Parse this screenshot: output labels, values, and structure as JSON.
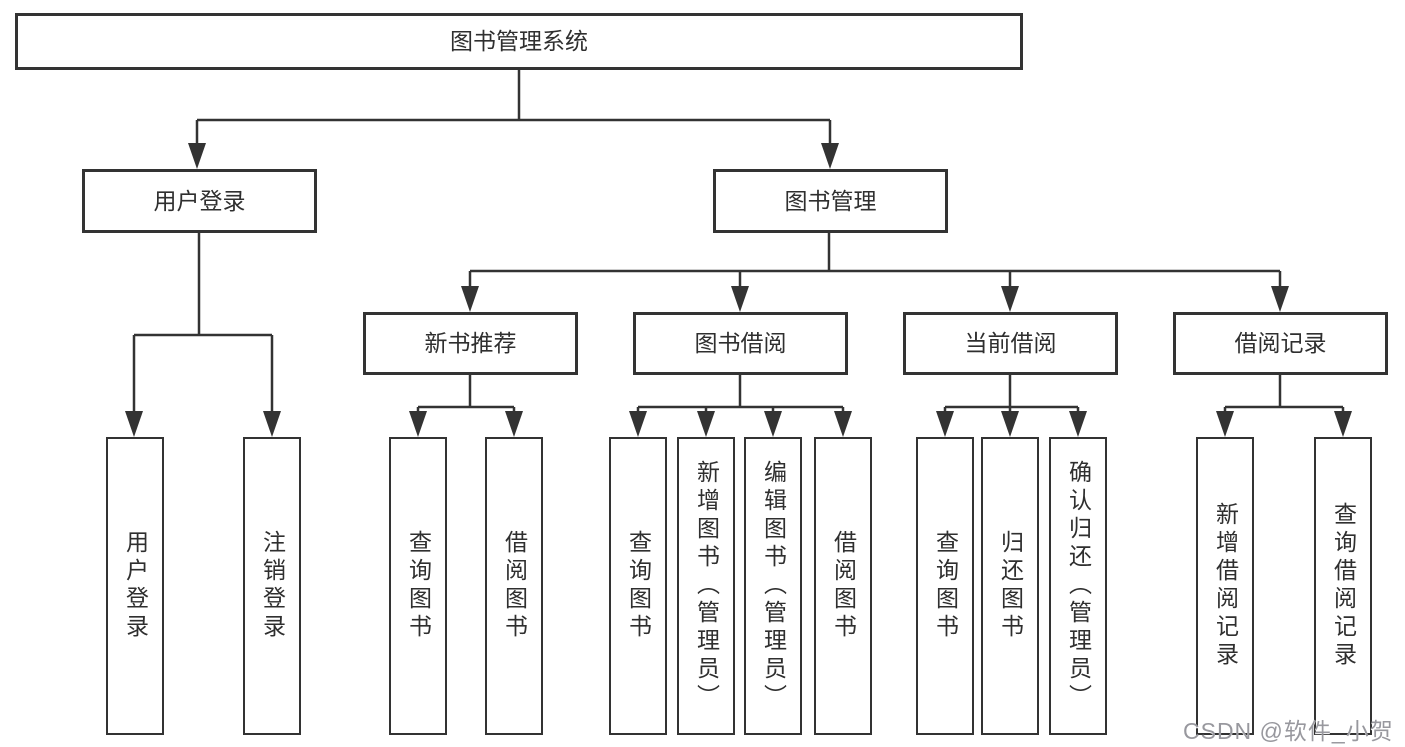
{
  "diagram": {
    "type": "hierarchy-tree"
  },
  "colors": {
    "line": "#333333",
    "text": "#2f2f2f",
    "background": "#ffffff",
    "watermark": "#98989e"
  },
  "tree": {
    "label": "图书管理系统",
    "children": [
      {
        "label": "用户登录",
        "children": [
          {
            "label": "用户登录"
          },
          {
            "label": "注销登录"
          }
        ]
      },
      {
        "label": "图书管理",
        "children": [
          {
            "label": "新书推荐",
            "children": [
              {
                "label": "查询图书"
              },
              {
                "label": "借阅图书"
              }
            ]
          },
          {
            "label": "图书借阅",
            "children": [
              {
                "label": "查询图书"
              },
              {
                "label": "新增图书（管理员）"
              },
              {
                "label": "编辑图书（管理员）"
              },
              {
                "label": "借阅图书"
              }
            ]
          },
          {
            "label": "当前借阅",
            "children": [
              {
                "label": "查询图书"
              },
              {
                "label": "归还图书"
              },
              {
                "label": "确认归还（管理员）"
              }
            ]
          },
          {
            "label": "借阅记录",
            "children": [
              {
                "label": "新增借阅记录"
              },
              {
                "label": "查询借阅记录"
              }
            ]
          }
        ]
      }
    ]
  },
  "watermark": {
    "text": "CSDN @软件_小贺同学"
  }
}
